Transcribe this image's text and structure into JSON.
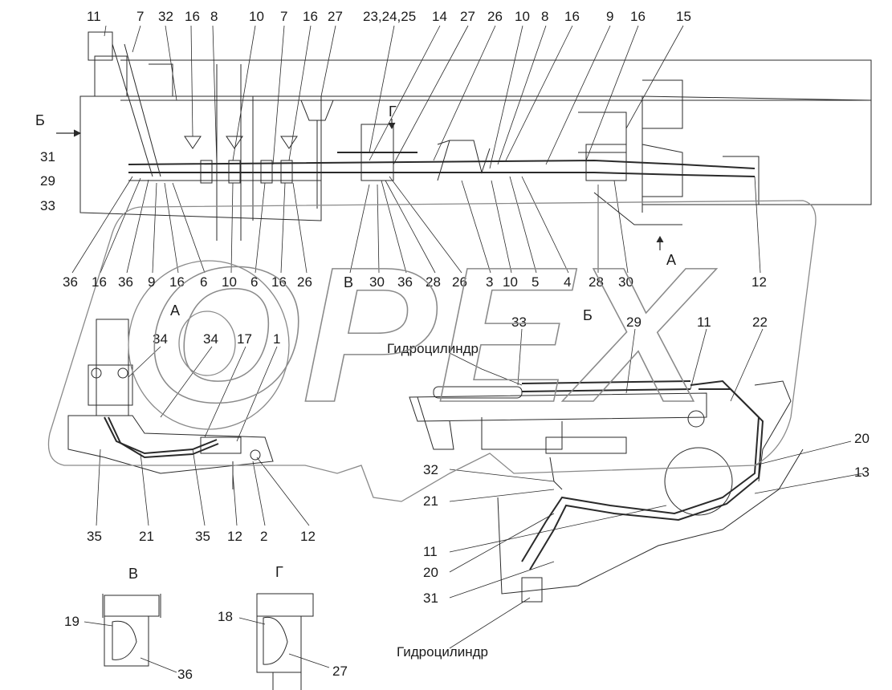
{
  "top_row": [
    "11",
    "7",
    "32",
    "16",
    "8",
    "10",
    "7",
    "16",
    "27",
    "23,24,25",
    "14",
    "27",
    "26",
    "10",
    "8",
    "16",
    "9",
    "16",
    "15"
  ],
  "left_labels": [
    "31",
    "29",
    "33"
  ],
  "mid_row": [
    "36",
    "16",
    "36",
    "9",
    "16",
    "6",
    "10",
    "6",
    "16",
    "26",
    "В",
    "30",
    "36",
    "28",
    "26",
    "3",
    "10",
    "5",
    "4",
    "28",
    "30",
    "12"
  ],
  "view_labels": {
    "b_left": "Б",
    "g_top": "Г",
    "a_arrow": "А",
    "a_title": "А",
    "b_title": "Б",
    "v_title": "В",
    "g_title": "Г"
  },
  "view_a_top": [
    "34",
    "34",
    "17",
    "1"
  ],
  "view_a_bottom": [
    "35",
    "21",
    "35",
    "12",
    "2",
    "12"
  ],
  "view_b_labels": [
    "33",
    "29",
    "11",
    "22",
    "20",
    "13",
    "32",
    "21",
    "11",
    "20",
    "31"
  ],
  "view_v_labels": [
    "19",
    "36"
  ],
  "view_g_labels": [
    "18",
    "27"
  ],
  "words": {
    "hydro_top": "Гидроцилиндр",
    "hydro_bottom": "Гидроцилиндр"
  },
  "watermark": "OPEX",
  "colors": {
    "line": "#2a2a2a",
    "watermark_outline": "#8a8a8a"
  }
}
